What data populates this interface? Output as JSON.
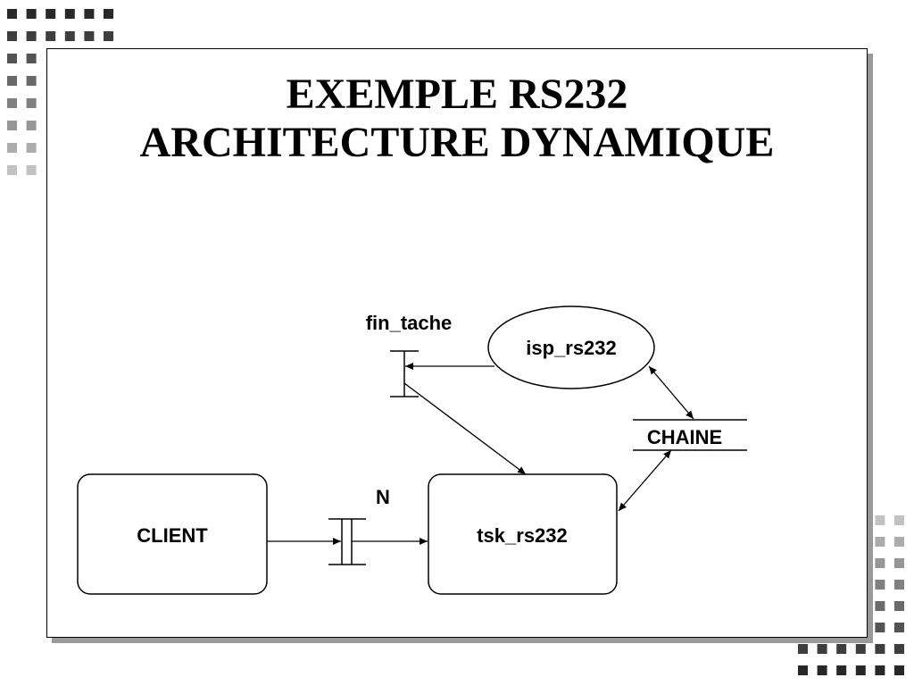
{
  "slide": {
    "title_line1": "EXEMPLE RS232",
    "title_line2": "ARCHITECTURE DYNAMIQUE"
  },
  "diagram": {
    "client_label": "CLIENT",
    "tsk_label": "tsk_rs232",
    "isp_label": "isp_rs232",
    "chaine_label": "CHAINE",
    "fin_tache_label": "fin_tache",
    "n_label": "N"
  },
  "colors": {
    "background": "#ffffff",
    "ink": "#000000",
    "shadow": "#9a9a9a"
  }
}
